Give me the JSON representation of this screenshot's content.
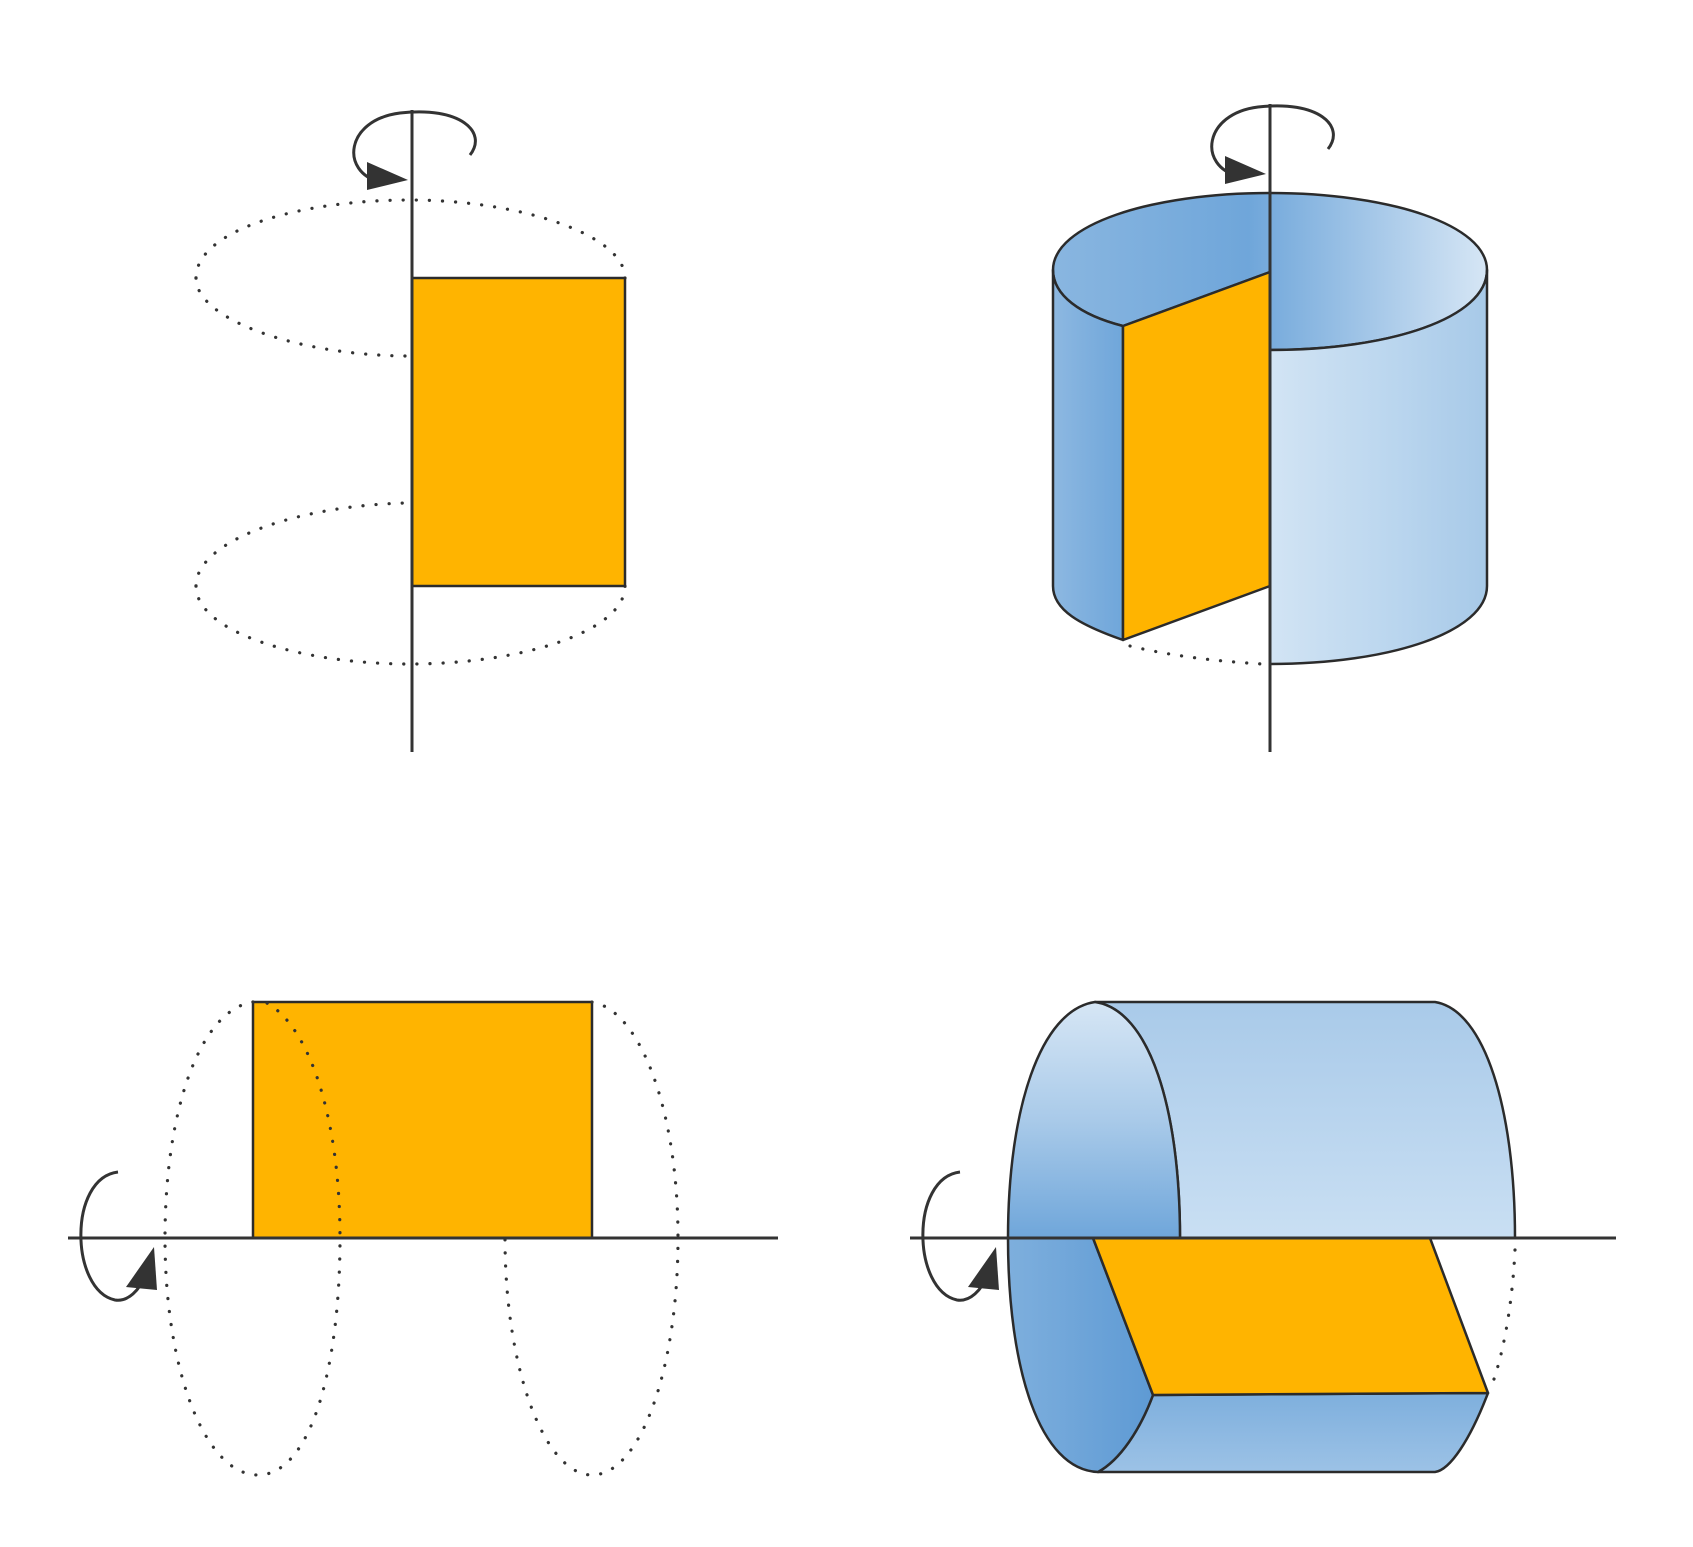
{
  "figure": {
    "panels": [
      {
        "name": "vertical-axis-rectangle",
        "shape": "rectangle",
        "rotation_axis": "vertical"
      },
      {
        "name": "vertical-axis-cylinder",
        "shape": "cylinder",
        "rotation_axis": "vertical"
      },
      {
        "name": "horizontal-axis-rectangle",
        "shape": "rectangle",
        "rotation_axis": "horizontal"
      },
      {
        "name": "horizontal-axis-cylinder",
        "shape": "cylinder",
        "rotation_axis": "horizontal"
      }
    ]
  },
  "colors": {
    "rectangle_fill": "#FFB400",
    "cylinder_light": "#D6E6F5",
    "cylinder_mid": "#A9CAE9",
    "cylinder_dark": "#6FA6DA",
    "axis": "#333333",
    "background": "#FFFFFF"
  }
}
